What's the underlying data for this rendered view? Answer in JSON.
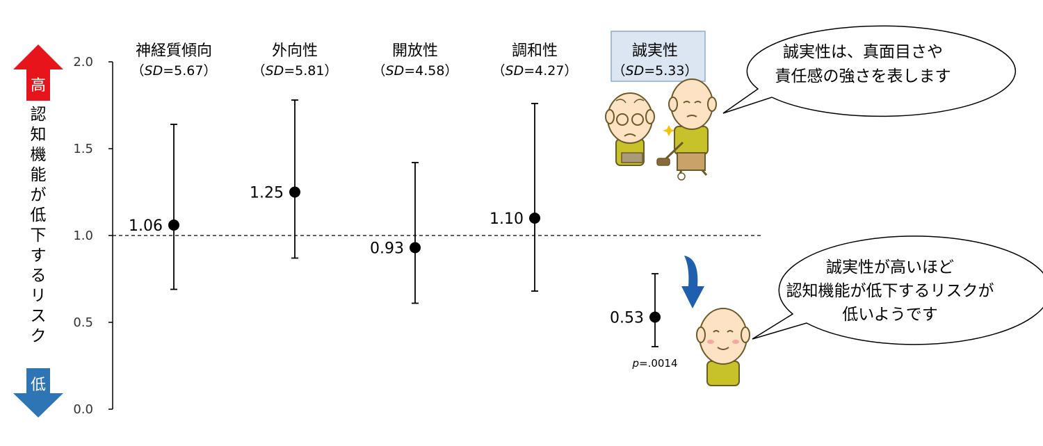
{
  "chart_data": {
    "type": "scatter",
    "title": "",
    "ylabel": "認知機能が低下するリスク",
    "ylabel_chars": [
      "認",
      "知",
      "機",
      "能",
      "が",
      "低",
      "下",
      "す",
      "る",
      "リ",
      "ス",
      "ク"
    ],
    "y_high_label": "高",
    "y_low_label": "低",
    "ylim": [
      0.0,
      2.0
    ],
    "yticks": [
      "0.0",
      "0.5",
      "1.0",
      "1.5",
      "2.0"
    ],
    "reference_line": 1.0,
    "categories": [
      "神経質傾向",
      "外向性",
      "開放性",
      "調和性",
      "誠実性"
    ],
    "sd_labels": [
      "5.67",
      "5.81",
      "4.58",
      "4.27",
      "5.33"
    ],
    "values": [
      1.06,
      1.25,
      0.93,
      1.1,
      0.53
    ],
    "value_labels": [
      "1.06",
      "1.25",
      "0.93",
      "1.10",
      "0.53"
    ],
    "ci_lower": [
      0.69,
      0.87,
      0.61,
      0.68,
      0.36
    ],
    "ci_upper": [
      1.64,
      1.78,
      1.42,
      1.76,
      0.78
    ],
    "highlight_index": 4,
    "p_value_prefix": "p",
    "p_value": "=.0014",
    "grid": false
  },
  "sd_prefix": "SD",
  "bubbles": {
    "top": [
      "誠実性は、真面目さや",
      "責任感の強さを表します"
    ],
    "bottom": [
      "誠実性が高いほど",
      "認知機能が低下するリスクが",
      "低いようです"
    ]
  },
  "colors": {
    "high_arrow": "#e8141c",
    "low_arrow": "#2e75b6",
    "highlight_box": "#dce6f2",
    "highlight_border": "#8eaacc",
    "down_arrow": "#1f5fae",
    "skin": "#fde3c4",
    "shirt": "#c8c22a"
  }
}
